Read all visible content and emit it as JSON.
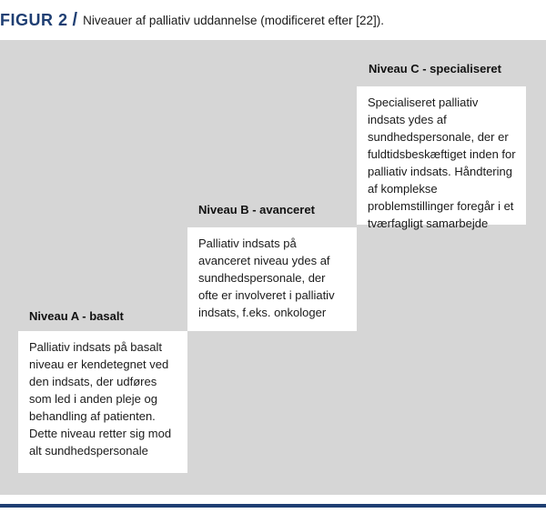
{
  "figure": {
    "label": "FIGUR 2",
    "separator": "/",
    "title": "Niveauer af palliativ uddannelse (modificeret efter [22])."
  },
  "levels": [
    {
      "heading": "Niveau A - basalt",
      "description": "Palliativ indsats på basalt niveau er kendetegnet ved den indsats, der udføres som led i anden pleje og behandling af patienten. Dette niveau retter sig mod alt sundhedspersonale"
    },
    {
      "heading": "Niveau B - avanceret",
      "description": "Palliativ indsats på avanceret niveau ydes af sundhedspersonale, der ofte er involveret i palliativ indsats, f.eks. onkologer"
    },
    {
      "heading": "Niveau C - specialiseret",
      "description": "Specialiseret palliativ indsats ydes af sundhedspersonale, der er fuldtidsbeskæftiget inden for palliativ indsats. Håndtering af komplekse problemstillinger foregår i et tværfagligt samarbejde"
    }
  ],
  "colors": {
    "accent": "#1f3f73",
    "panel_background": "#d6d6d6",
    "box_background": "#ffffff"
  }
}
